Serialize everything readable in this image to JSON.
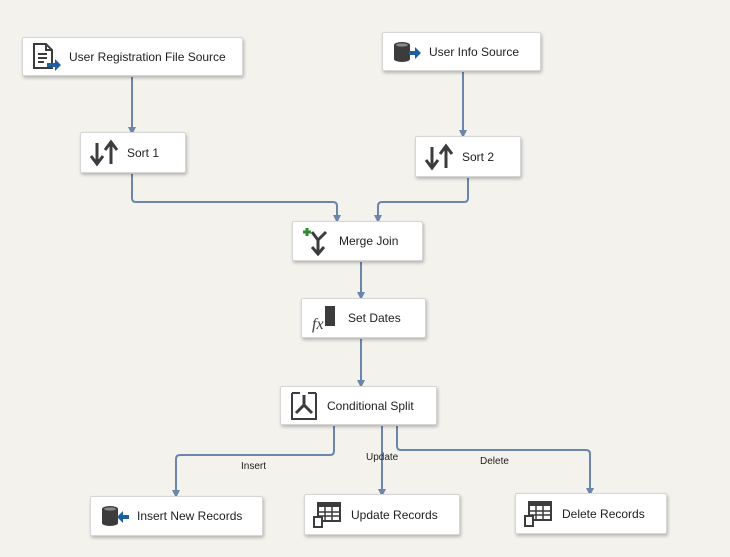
{
  "nodes": {
    "user_registration_file_source": "User Registration File Source",
    "user_info_source": "User Info Source",
    "sort1": "Sort 1",
    "sort2": "Sort 2",
    "merge_join": "Merge Join",
    "set_dates": "Set Dates",
    "conditional_split": "Conditional Split",
    "insert_new_records": "Insert New Records",
    "update_records": "Update Records",
    "delete_records": "Delete Records"
  },
  "edge_labels": {
    "insert": "Insert",
    "update": "Update",
    "delete": "Delete"
  },
  "icons": {
    "user_registration_file_source": "flat-file-source-icon",
    "user_info_source": "ole-db-source-icon",
    "sort1": "sort-icon",
    "sort2": "sort-icon",
    "merge_join": "merge-join-icon",
    "set_dates": "derived-column-icon",
    "conditional_split": "conditional-split-icon",
    "insert_new_records": "ole-db-destination-icon",
    "update_records": "ole-db-command-icon",
    "delete_records": "ole-db-command-icon"
  },
  "colors": {
    "canvas_bg": "#f4f2ec",
    "connector": "#6a86aa",
    "icon_dark": "#3c3c3c",
    "arrow_blue": "#1f5f9f",
    "plus_green": "#2e8b2e"
  }
}
